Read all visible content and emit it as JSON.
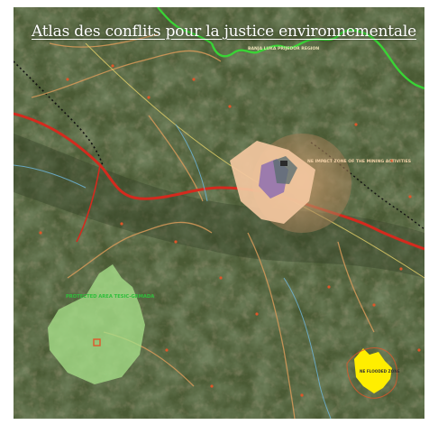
{
  "header": {
    "title_link": "Atlas des conflits pour la justice environnementale"
  },
  "map": {
    "labels": {
      "protected_area": "PROTECTED AREA TESIC-GRMADA",
      "impact_zone": "NE IMPACT ZONE OF THE MINING ACTIVITIES",
      "flooded_zone": "NE FLOODED ZONE",
      "top_region": "BANJA LUKA PRIJEDOR REGION"
    },
    "colors": {
      "terrain_dark": "#2f3d24",
      "terrain_mid": "#4d5e36",
      "road_main": "#d42a1e",
      "boundary_green": "#39d435",
      "protected_area_fill": "#a7e089",
      "mining_zone_fill": "#f3c7a0",
      "impact_zone_fill": "#b08b60",
      "flooded_zone_fill": "#ffee00",
      "mining_core": "#8e6fb0"
    }
  }
}
